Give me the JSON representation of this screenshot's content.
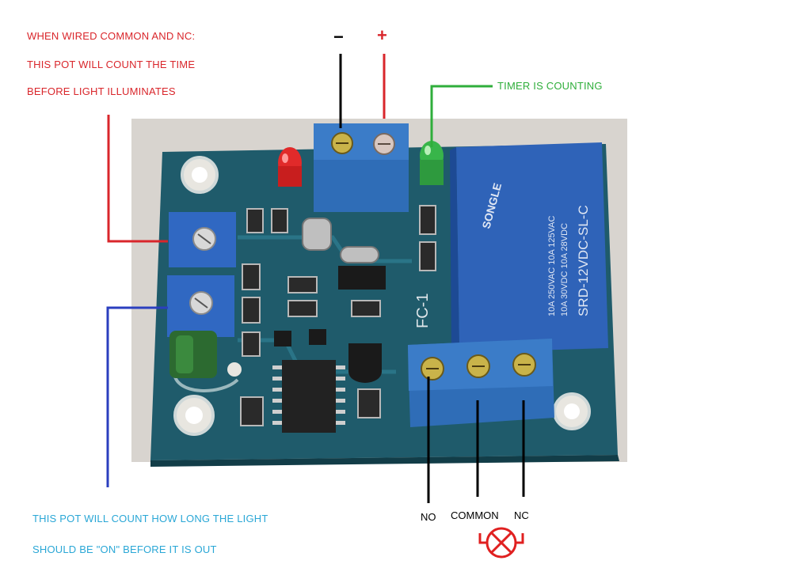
{
  "annotations": {
    "top_left_line1": "WHEN WIRED COMMON AND NC:",
    "top_left_line2": "THIS POT WILL COUNT THE TIME",
    "top_left_line3": "BEFORE LIGHT ILLUMINATES",
    "timer": "TIMER IS COUNTING",
    "bottom_line1": "THIS POT WILL COUNT HOW LONG THE LIGHT",
    "bottom_line2": "SHOULD BE  \"ON\"  BEFORE IT IS OUT"
  },
  "power": {
    "minus": "−",
    "plus": "+"
  },
  "terminals": {
    "no": "NO",
    "common": "COMMON",
    "nc": "NC"
  },
  "board": {
    "relay_line1": "SONGLE",
    "relay_line2": "SRD-12VDC-SL-C",
    "relay_line3": "10A 250VAC  10A 125VAC",
    "relay_line4": "10A 30VDC  10A 28VDC",
    "pcb_label": "FC-1"
  },
  "colors": {
    "pcb": "#1f5b6b",
    "relay": "#2f63b8",
    "terminal_block": "#2f6db7",
    "annot_red": "#d9262b",
    "annot_green": "#2fae3b",
    "annot_blue": "#2b3fbf",
    "lamp": "#e02020"
  },
  "icons": [
    "light-bulb-icon"
  ]
}
